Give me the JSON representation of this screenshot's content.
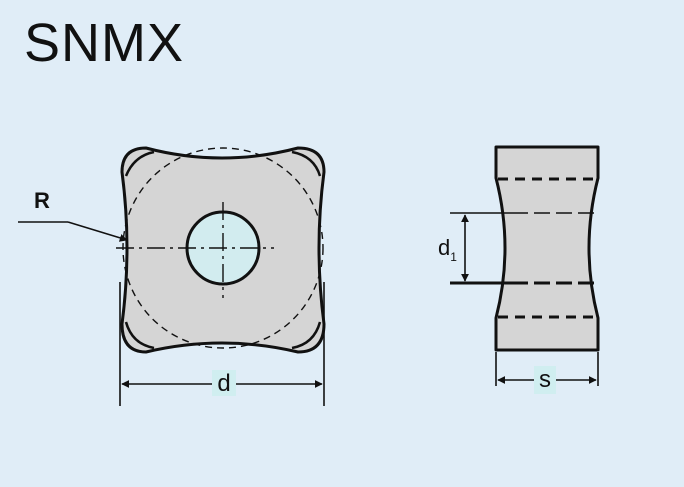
{
  "title": "SNMX",
  "labels": {
    "radius": "R",
    "diameter": "d",
    "hole_diameter": "d",
    "hole_diameter_subscript": "1",
    "thickness": "s"
  },
  "colors": {
    "background": "#e0edf7",
    "insert_fill": "#d5d5d5",
    "hole_fill": "#d2ecef",
    "outline": "#111111",
    "label_highlight": "#d0eef0"
  }
}
